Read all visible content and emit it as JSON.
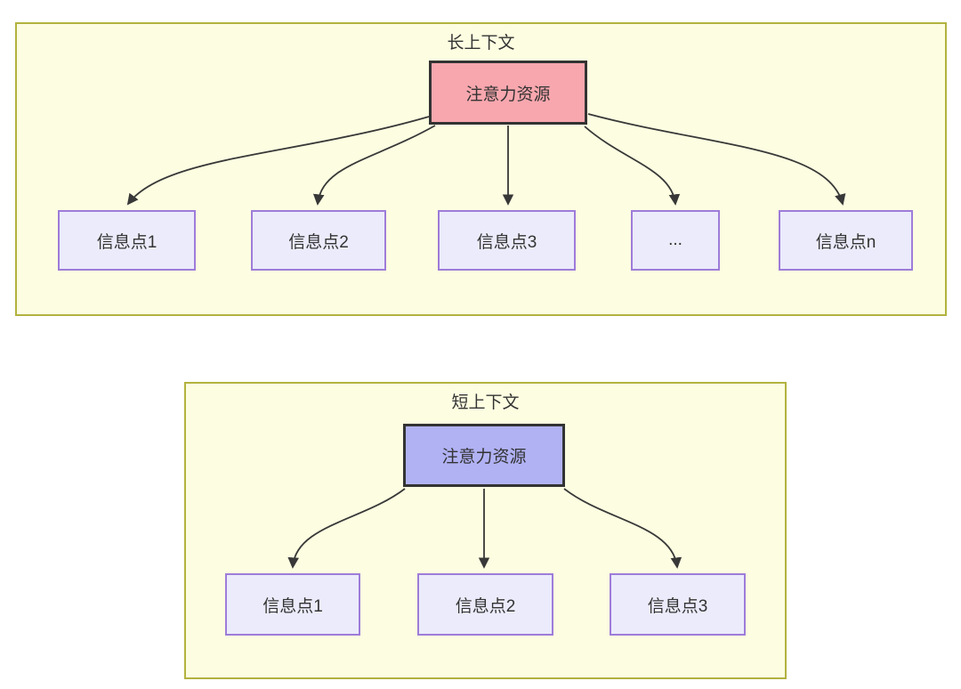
{
  "diagram": {
    "long_context": {
      "title": "长上下文",
      "attention_box": {
        "label": "注意力资源",
        "fill": "#F8A7AE"
      },
      "info_boxes": [
        {
          "label": "信息点1"
        },
        {
          "label": "信息点2"
        },
        {
          "label": "信息点3"
        },
        {
          "label": "..."
        },
        {
          "label": "信息点n"
        }
      ]
    },
    "short_context": {
      "title": "短上下文",
      "attention_box": {
        "label": "注意力资源",
        "fill": "#B1B2F4"
      },
      "info_boxes": [
        {
          "label": "信息点1"
        },
        {
          "label": "信息点2"
        },
        {
          "label": "信息点3"
        }
      ]
    },
    "colors": {
      "container_fill": "#FDFDE1",
      "container_border": "#B2B23F",
      "attention_border": "#333333",
      "info_fill": "#EBEBFB",
      "info_border": "#9E7CD9",
      "arrow": "#383838",
      "text": "#333333",
      "page_background": "#FFFFFF"
    }
  }
}
